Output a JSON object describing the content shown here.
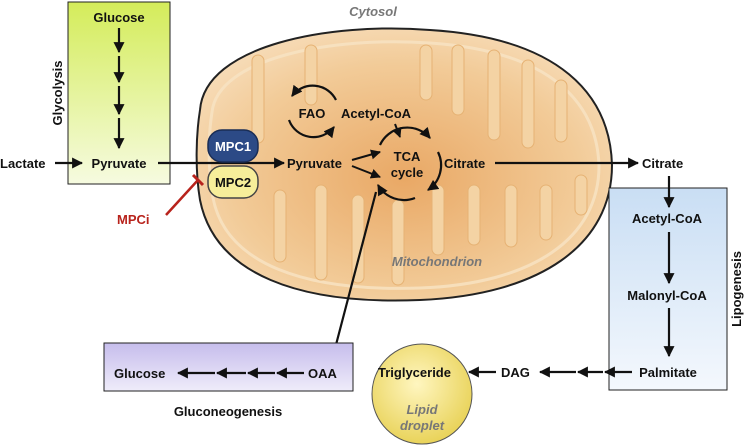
{
  "diagram": {
    "cytosol_label": "Cytosol",
    "mitochondrion_label": "Mitochondrion",
    "glycolysis": {
      "title": "Glycolysis",
      "glucose": "Glucose",
      "pyruvate": "Pyruvate"
    },
    "lactate": "Lactate",
    "transporter": {
      "mpc1": "MPC1",
      "mpc2": "MPC2",
      "inhibitor": "MPCi"
    },
    "mito": {
      "fao": "FAO",
      "acetyl_coa": "Acetyl-CoA",
      "pyruvate": "Pyruvate",
      "tca_line1": "TCA",
      "tca_line2": "cycle",
      "citrate": "Citrate"
    },
    "lipogenesis": {
      "title": "Lipogenesis",
      "citrate": "Citrate",
      "acetyl_coa": "Acetyl-CoA",
      "malonyl_coa": "Malonyl-CoA",
      "palmitate": "Palmitate"
    },
    "lipid_droplet": {
      "label_line1": "Lipid",
      "label_line2": "droplet",
      "dag": "DAG",
      "triglyceride": "Triglyceride"
    },
    "gluconeogenesis": {
      "title": "Gluconeogenesis",
      "glucose": "Glucose",
      "oaa": "OAA"
    },
    "colors": {
      "glycolysis_box": "#dff17a",
      "lipogenesis_box": "#dbe9f7",
      "gluconeogenesis_box": "#d6cff0",
      "mitochondrion": "#f0c894",
      "mpc1": "#2c4a86",
      "mpc2": "#f6ee9a",
      "inhibitor": "#b8231c",
      "lipid_droplet": "#f1df78"
    }
  }
}
